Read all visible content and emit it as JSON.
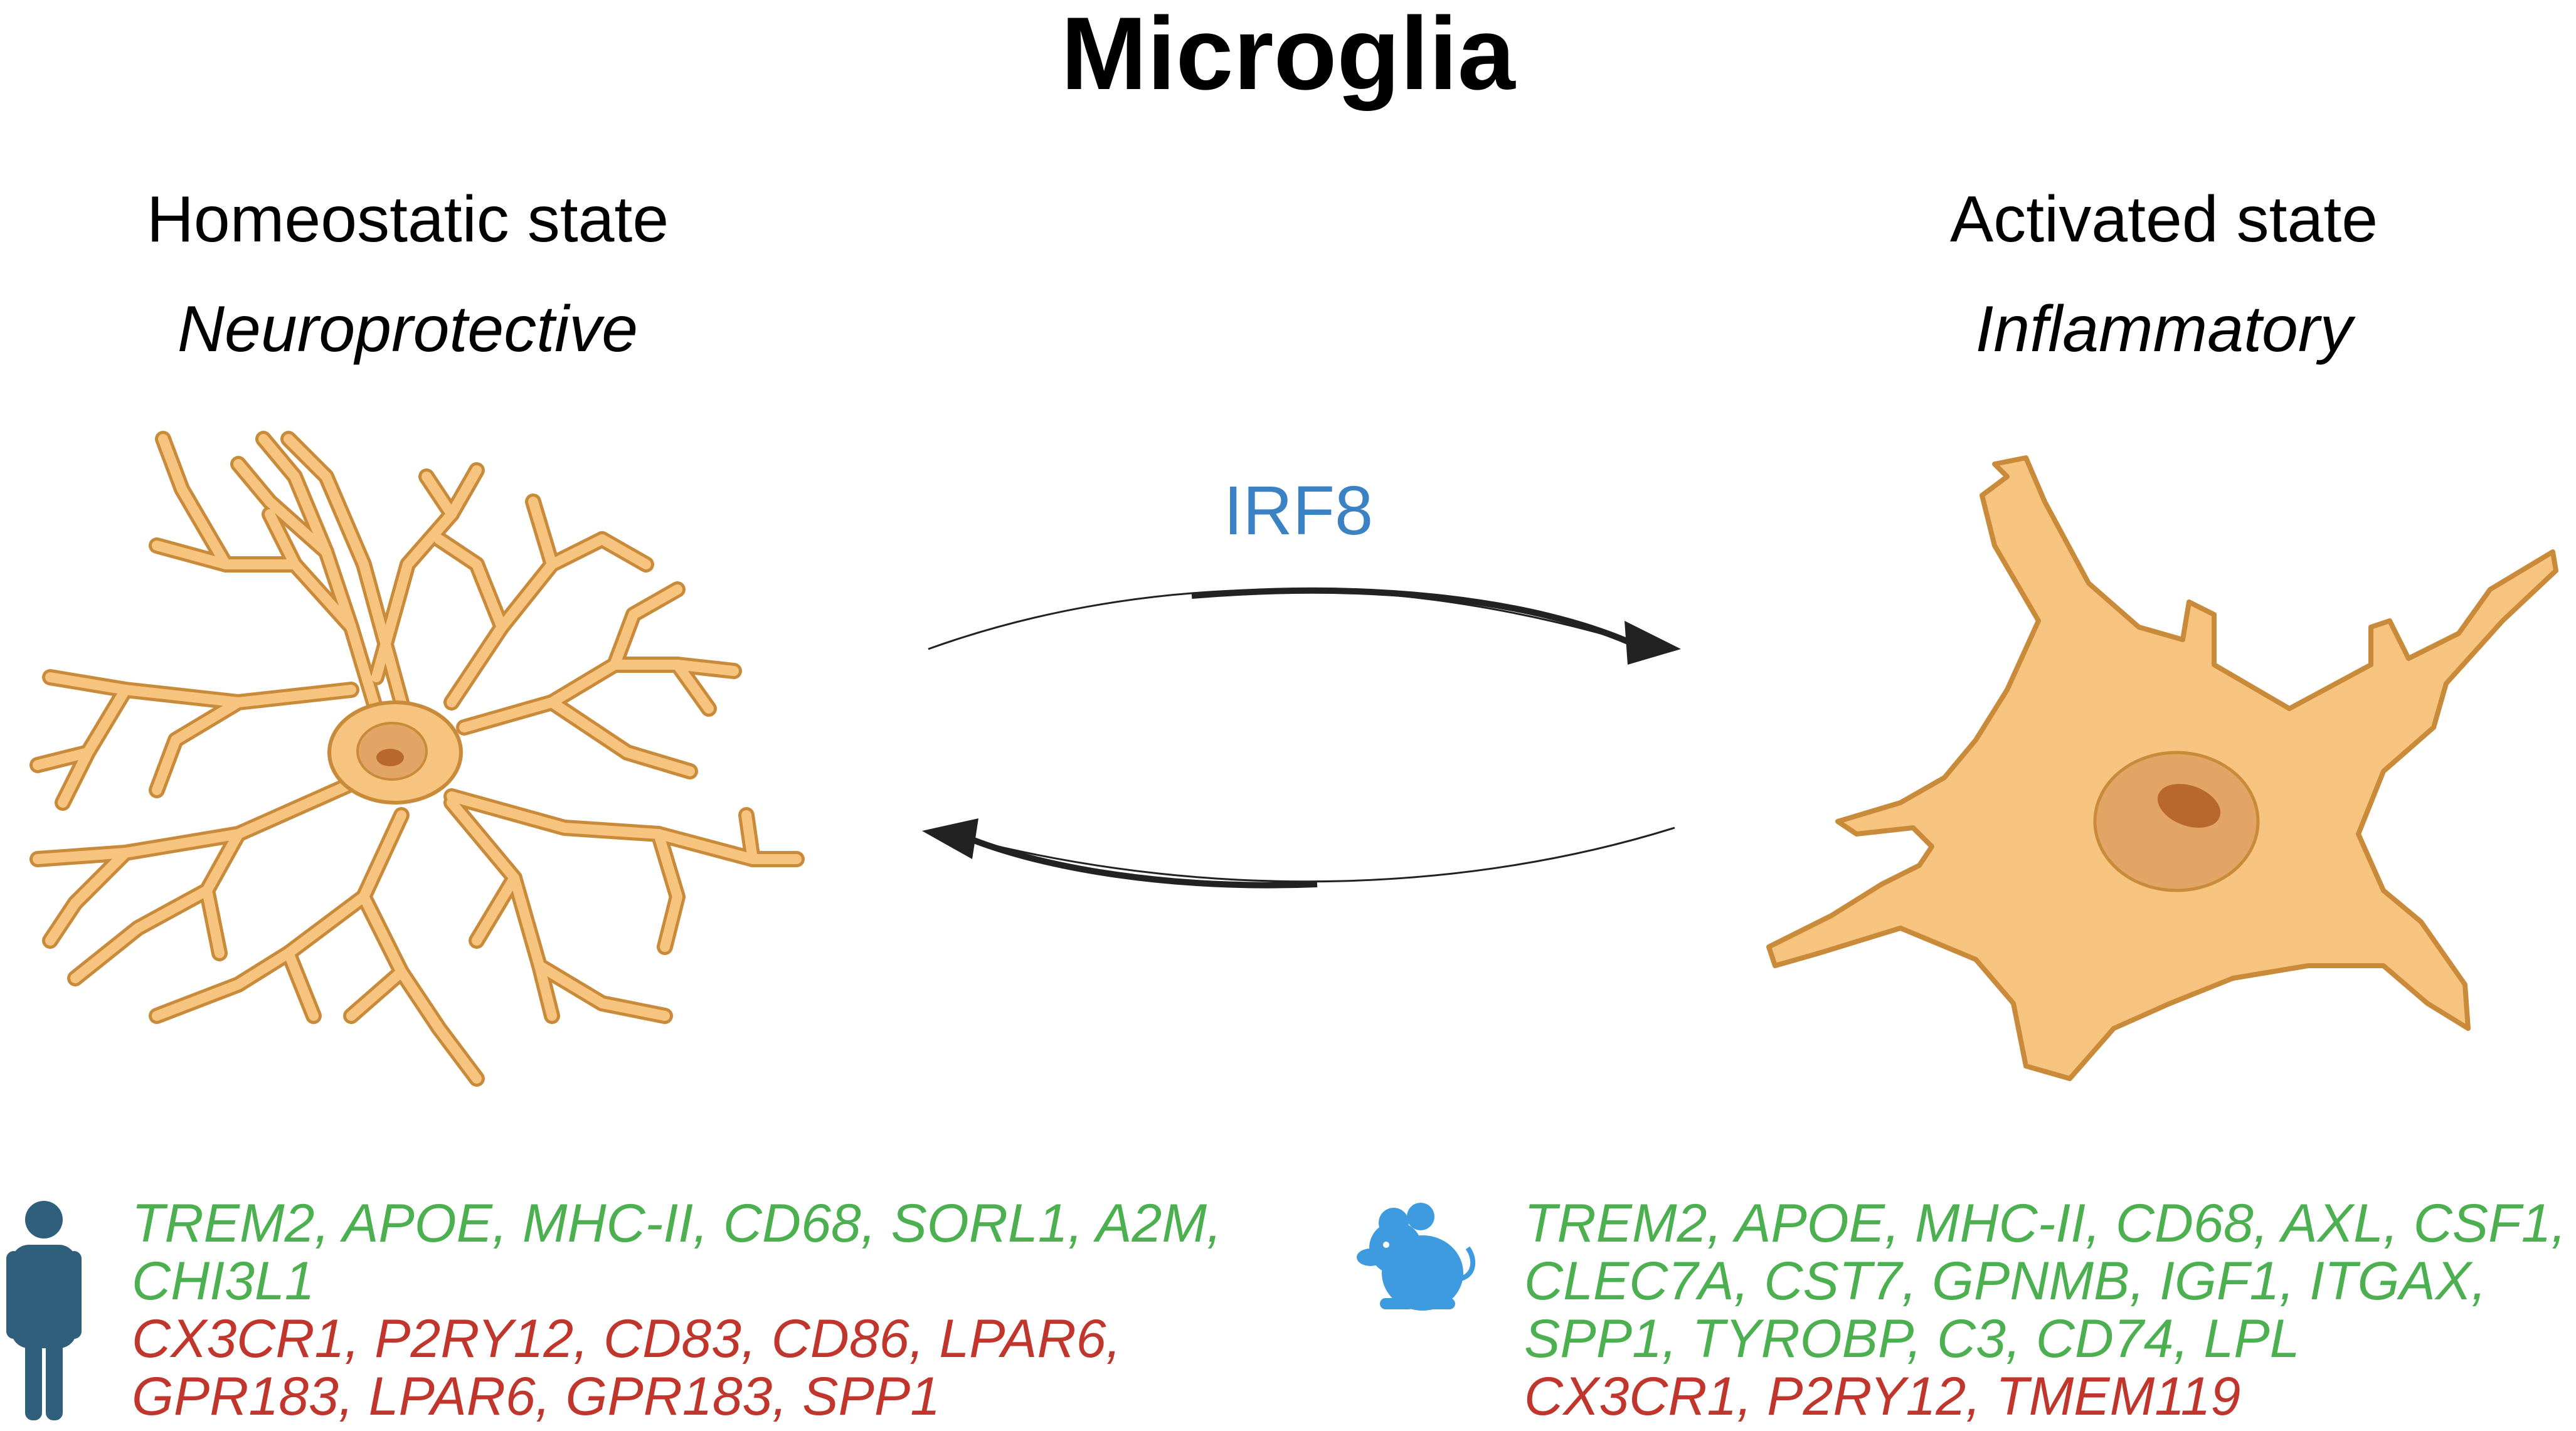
{
  "title": "Microglia",
  "left_state": {
    "name": "Homeostatic state",
    "description": "Neuroprotective"
  },
  "right_state": {
    "name": "Activated state",
    "description": "Inflammatory"
  },
  "transition_label": "IRF8",
  "colors": {
    "upregulated": "#4caf50",
    "downregulated": "#c0362c",
    "label": "#3b82c4",
    "cell": "#f7c47f",
    "cell_outline": "#c98a3a",
    "human_icon": "#2f5f7a",
    "mouse_icon": "#3e9be0"
  },
  "human": {
    "icon": "human-icon",
    "green_lines": [
      "TREM2, APOE, MHC-II, CD68, SORL1, A2M,",
      "CHI3L1"
    ],
    "red_lines": [
      "CX3CR1, P2RY12, CD83, CD86, LPAR6,",
      "GPR183, LPAR6, GPR183, SPP1"
    ]
  },
  "mouse": {
    "icon": "mouse-icon",
    "green_lines": [
      "TREM2, APOE, MHC-II, CD68, AXL, CSF1,",
      "CLEC7A, CST7, GPNMB, IGF1, ITGAX,",
      "SPP1, TYROBP, C3, CD74, LPL"
    ],
    "red_lines": [
      "CX3CR1, P2RY12, TMEM119"
    ]
  }
}
